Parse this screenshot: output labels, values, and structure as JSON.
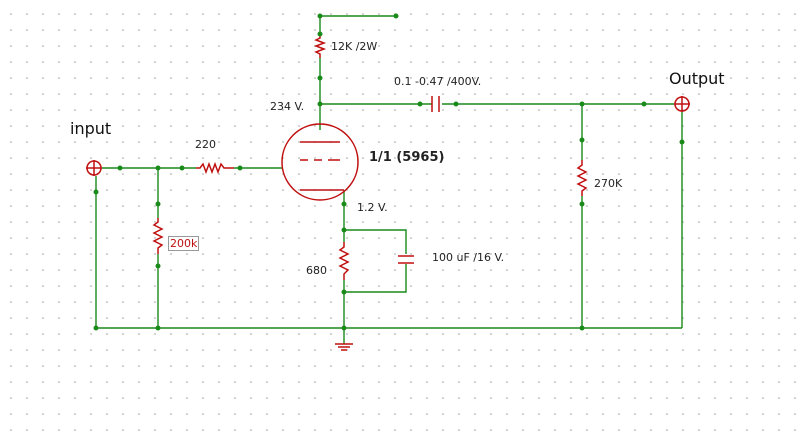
{
  "labels": {
    "input": "input",
    "output": "Output",
    "r_plate": "12K /2W",
    "plate_voltage": "234 V.",
    "coupling_cap": "0.1 -0.47 /400V.",
    "r_grid_stop": "220",
    "tube": "1/1 (5965)",
    "r_load": "270K",
    "cathode_voltage": "1.2 V.",
    "r_input": "200k",
    "r_cathode": "680",
    "bypass_cap": "100 uF /16 V."
  },
  "colors": {
    "wire": "#1a8a1a",
    "component": "#c01010",
    "grid_dot": "#c8c8c8"
  }
}
